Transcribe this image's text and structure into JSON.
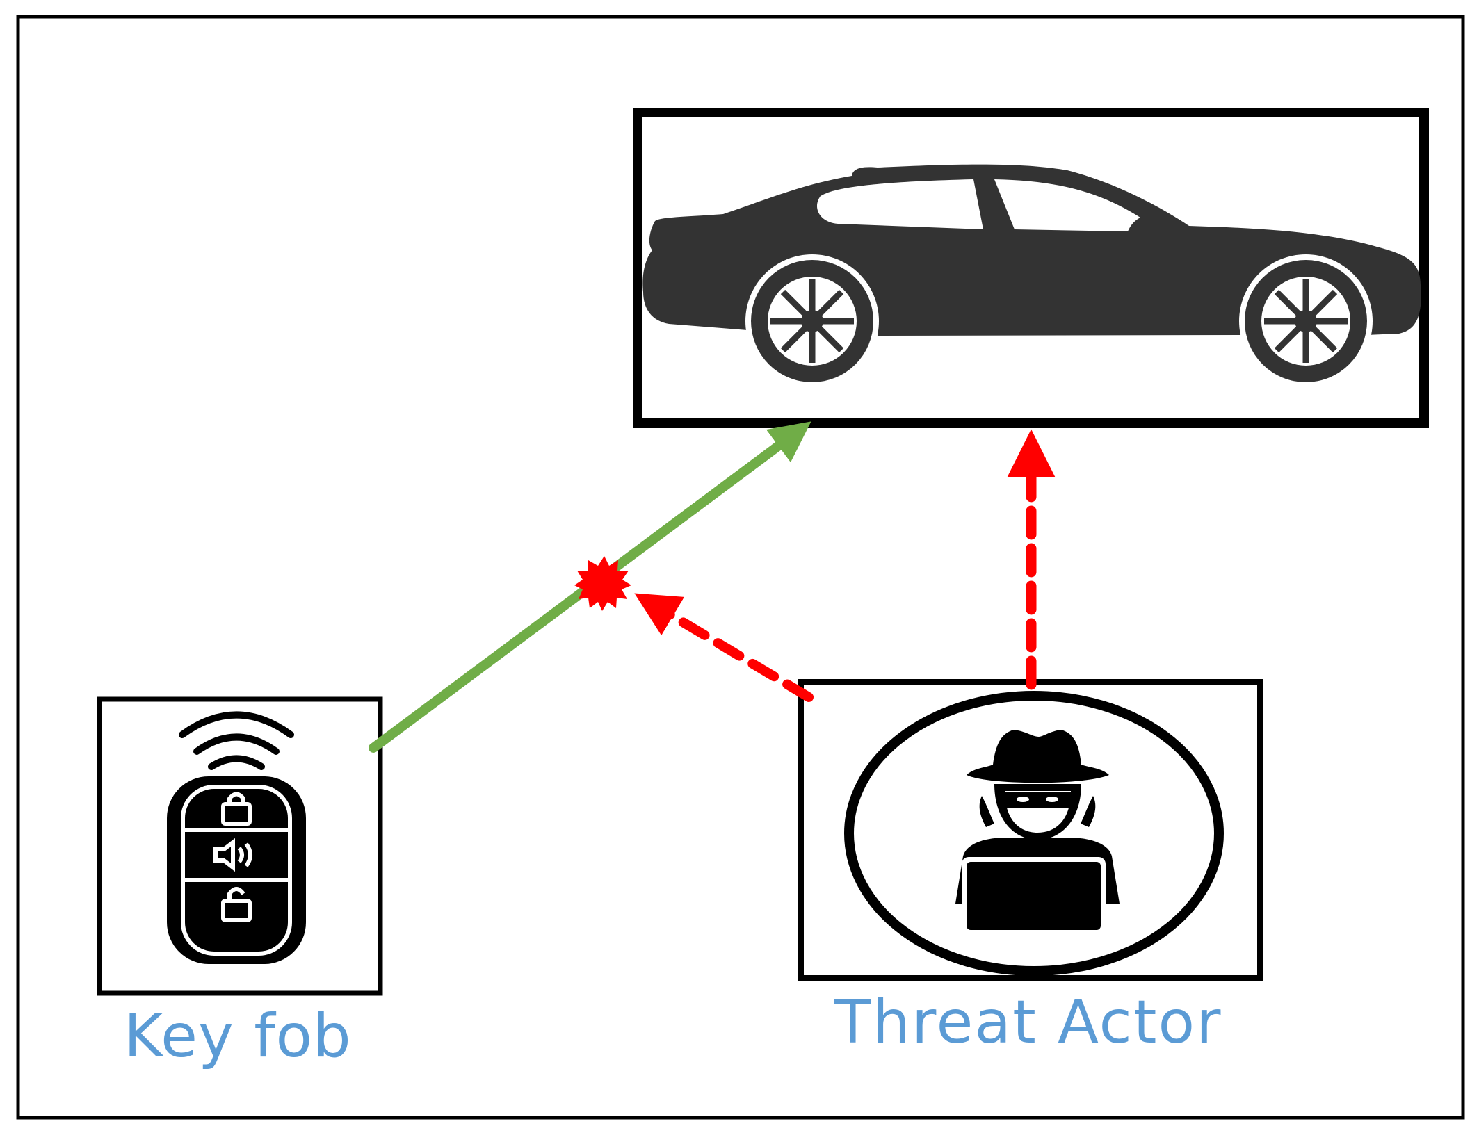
{
  "labels": {
    "key_fob": "Key fob",
    "threat_actor": "Threat Actor"
  },
  "nodes": [
    {
      "id": "key-fob",
      "icon": "key-fob-icon"
    },
    {
      "id": "car",
      "icon": "car-icon"
    },
    {
      "id": "threat-actor",
      "icon": "hacker-icon"
    }
  ],
  "edges": [
    {
      "from": "key-fob",
      "to": "car",
      "style": "solid",
      "color": "#70AD47"
    },
    {
      "from": "threat-actor",
      "to": "key-fob-signal",
      "style": "dashed",
      "color": "#FF0000"
    },
    {
      "from": "threat-actor",
      "to": "car",
      "style": "dashed",
      "color": "#FF0000"
    }
  ],
  "colors": {
    "label": "#5B9BD5",
    "legit_signal": "#70AD47",
    "attack": "#FF0000",
    "car_body": "#333333"
  }
}
